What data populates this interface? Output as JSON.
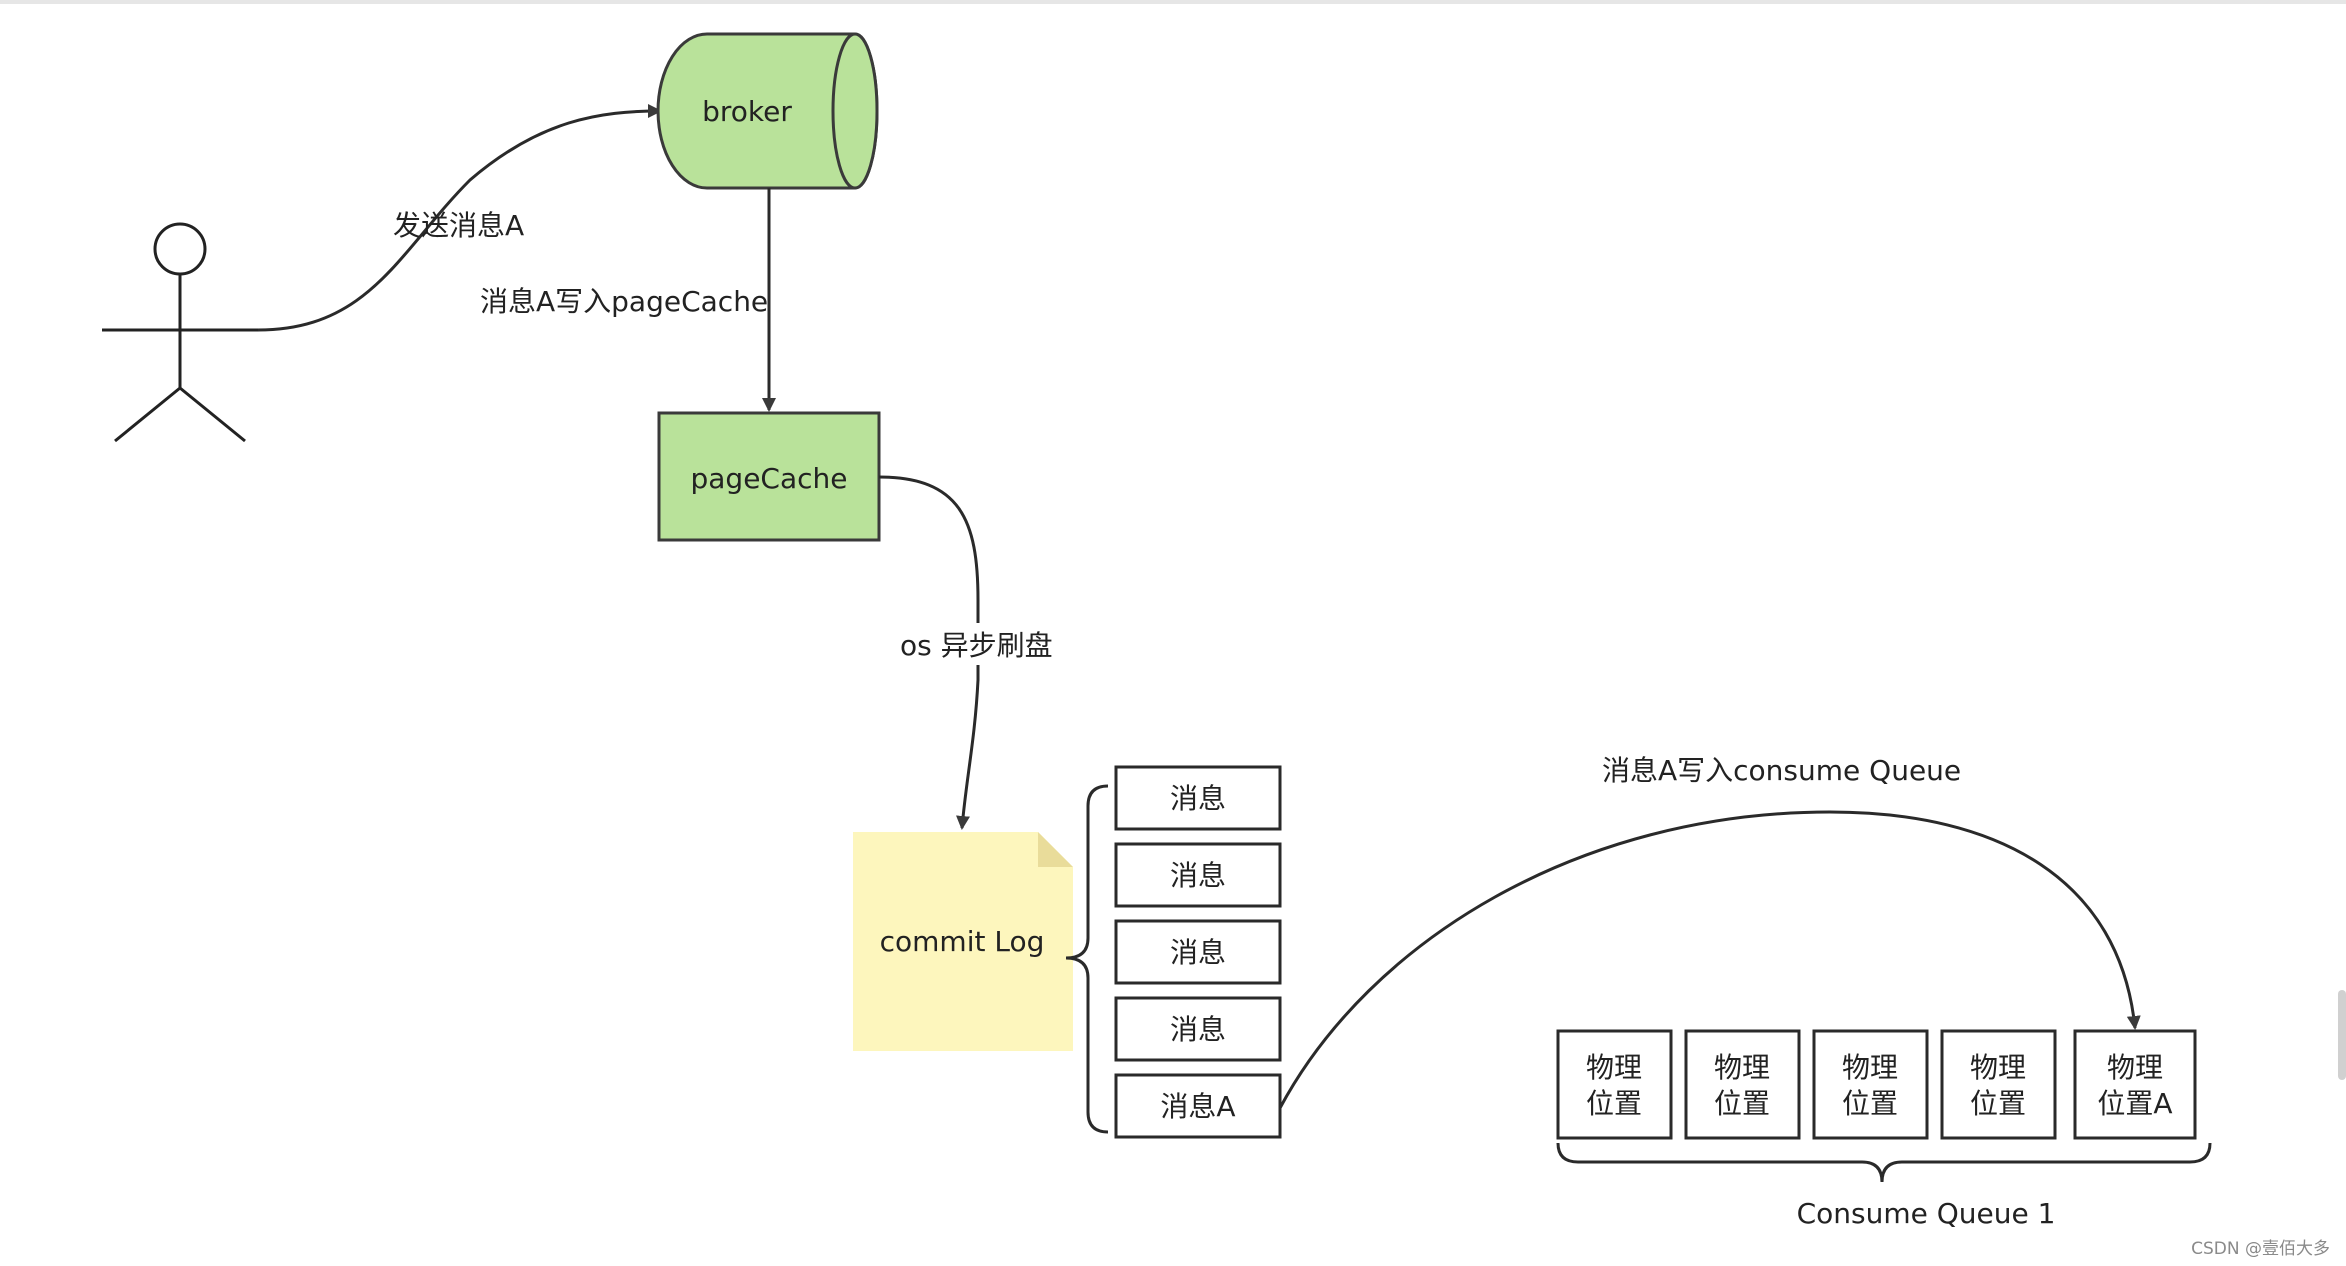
{
  "diagram": {
    "colors": {
      "green_fill": "#b9e29a",
      "node_stroke": "#3a3a3a",
      "note_fill": "#fdf6bd",
      "note_fold": "#e9dc9a",
      "box_fill": "#ffffff",
      "text": "#222222"
    },
    "nodes": {
      "broker": "broker",
      "pagecache": "pageCache",
      "commitlog": "commit Log"
    },
    "edges": {
      "send": "发送消息A",
      "write_pagecache": "消息A写入pageCache",
      "flush": "os 异步刷盘",
      "write_consume_queue": "消息A写入consume Queue"
    },
    "commit_log_messages": [
      "消息",
      "消息",
      "消息",
      "消息",
      "消息A"
    ],
    "consume_queue": {
      "label": "Consume Queue 1",
      "items": [
        {
          "line1": "物理",
          "line2": "位置"
        },
        {
          "line1": "物理",
          "line2": "位置"
        },
        {
          "line1": "物理",
          "line2": "位置"
        },
        {
          "line1": "物理",
          "line2": "位置"
        },
        {
          "line1": "物理",
          "line2": "位置A"
        }
      ]
    },
    "watermark": "CSDN @壹佰大多"
  }
}
